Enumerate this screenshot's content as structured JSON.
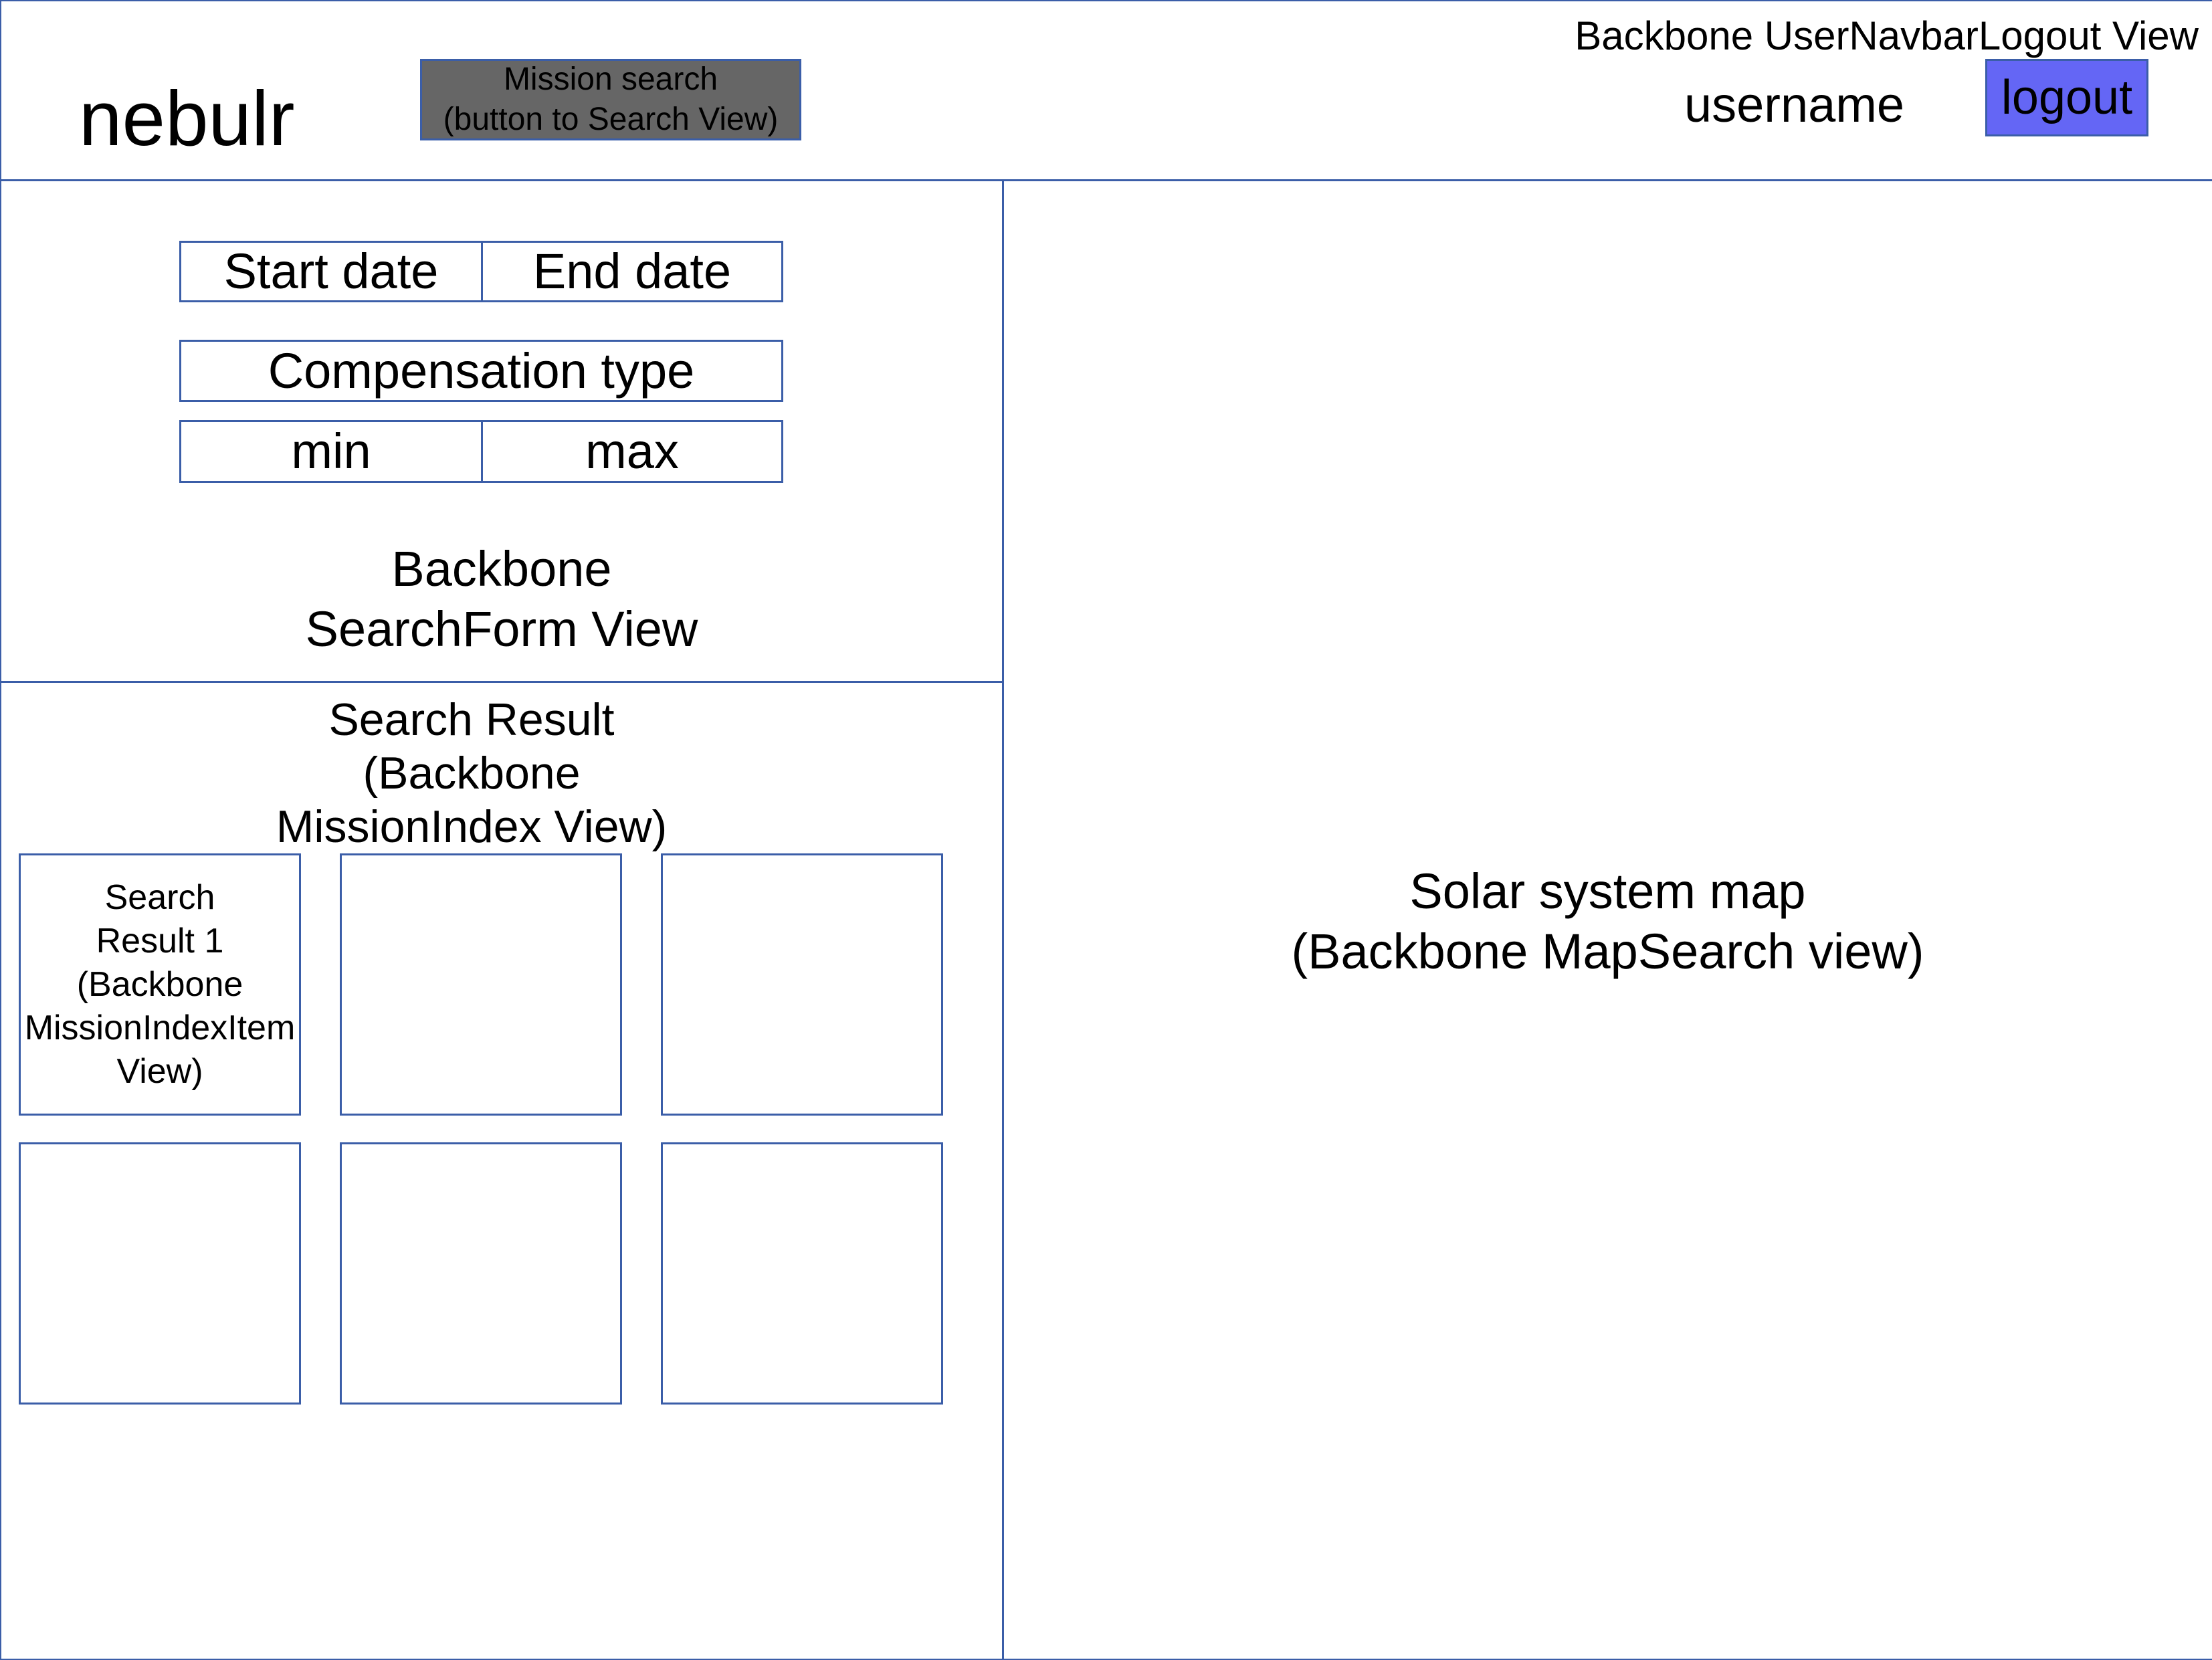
{
  "header": {
    "logo": "nebulr",
    "mission_search_button": {
      "line1": "Mission search",
      "line2": "(button to Search View)"
    },
    "navbar_view_label": "Backbone UserNavbarLogout View",
    "username": "username",
    "logout_label": "logout"
  },
  "search_form": {
    "start_date": "Start date",
    "end_date": "End date",
    "compensation_type": "Compensation type",
    "min": "min",
    "max": "max",
    "view_label_line1": "Backbone",
    "view_label_line2": "SearchForm View"
  },
  "search_results": {
    "header_line1": "Search Result",
    "header_line2": "(Backbone",
    "header_line3": "MissionIndex View)",
    "items": [
      {
        "lines": [
          "Search",
          "Result 1",
          "(Backbone",
          "MissionIndexItem",
          "View)"
        ]
      },
      {
        "lines": []
      },
      {
        "lines": []
      },
      {
        "lines": []
      },
      {
        "lines": []
      },
      {
        "lines": []
      }
    ]
  },
  "map": {
    "line1": "Solar system map",
    "line2": "(Backbone MapSearch view)"
  },
  "colors": {
    "border": "#3b5ea8",
    "mission_button_bg": "#666666",
    "logout_button_bg": "#6466f5"
  }
}
